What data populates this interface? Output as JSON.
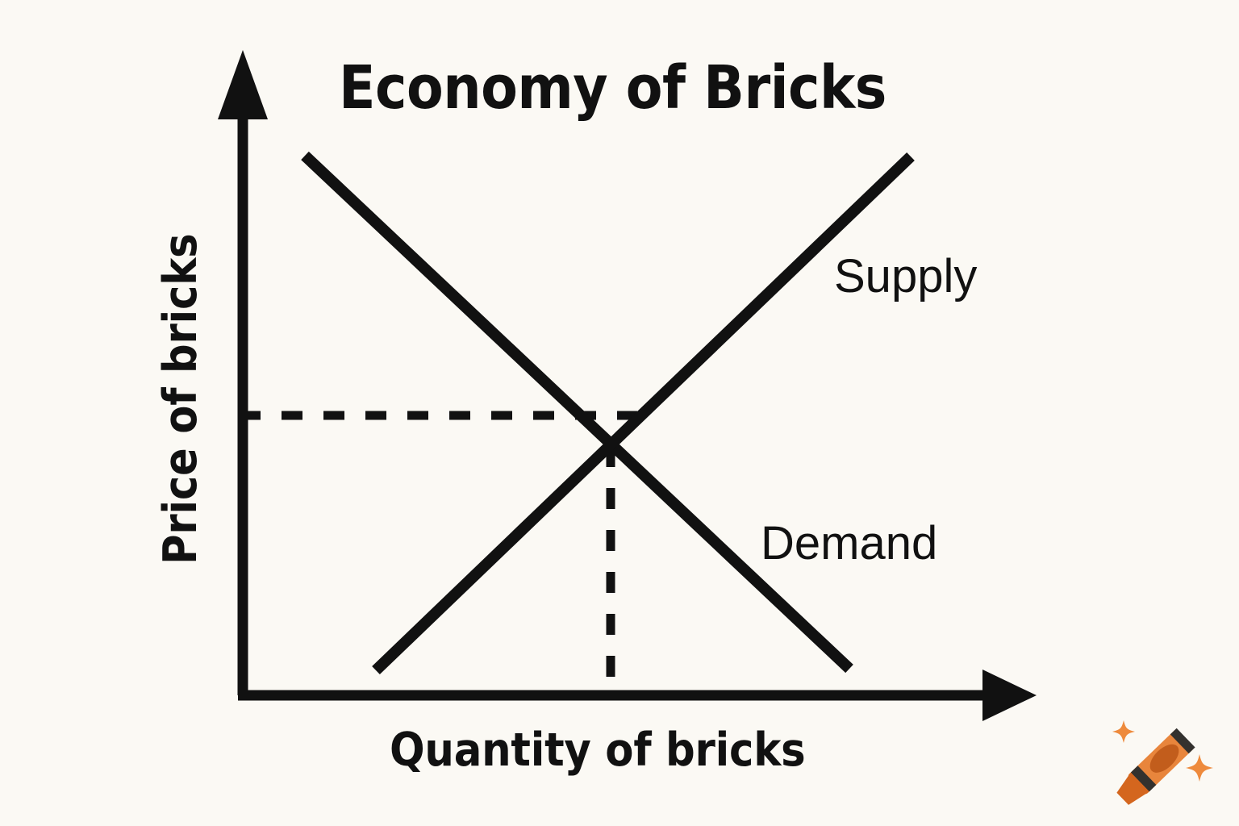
{
  "page": {
    "background_color": "#FBF9F4",
    "ink_color": "#111111"
  },
  "chart_data": {
    "type": "line",
    "title": "Economy of Bricks",
    "xlabel": "Quantity of bricks",
    "ylabel": "Price of bricks",
    "xlim": [
      0,
      100
    ],
    "ylim": [
      0,
      100
    ],
    "grid": false,
    "axis_ticks": false,
    "legend": "inline-curve-labels",
    "series": [
      {
        "name": "Demand",
        "label": "Demand",
        "slope": "downward",
        "points": [
          [
            11,
            84
          ],
          [
            79,
            5
          ]
        ],
        "color": "#111111"
      },
      {
        "name": "Supply",
        "label": "Supply",
        "slope": "upward",
        "points": [
          [
            18,
            4
          ],
          [
            87,
            86
          ]
        ],
        "color": "#111111"
      }
    ],
    "equilibrium": {
      "x": 48,
      "y": 40,
      "price_guide": "dashed horizontal line from price axis to equilibrium",
      "quantity_guide": "dashed vertical line from equilibrium down to quantity axis"
    },
    "annotations": [
      {
        "text": "Supply",
        "x": 87,
        "y": 62
      },
      {
        "text": "Demand",
        "x": 78,
        "y": 30
      }
    ]
  },
  "labels": {
    "title": "Economy of Bricks",
    "y_axis": "Price of bricks",
    "x_axis": "Quantity of bricks",
    "supply": "Supply",
    "demand": "Demand"
  },
  "logo": {
    "name": "crayon-logo",
    "body_color": "#E8853C",
    "tip_color": "#D4661E",
    "band_color": "#33312E",
    "oval_color": "#C25D1C",
    "sparkle_color": "#EE8A3C",
    "sparkle_count": 2
  }
}
